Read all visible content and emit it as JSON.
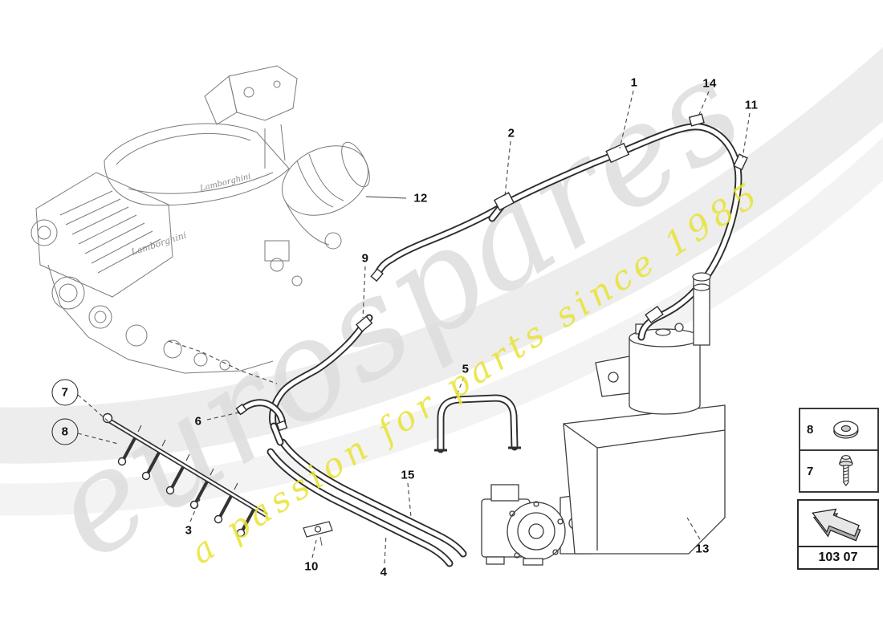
{
  "watermark": {
    "brand": "eurospares",
    "tagline": "a passion for parts since 1985",
    "brand_color": "#dcdcdc",
    "tagline_color": "#e8e334"
  },
  "engine": {
    "badge": "Lamborghini"
  },
  "callouts": {
    "c1": "1",
    "c2": "2",
    "c3": "3",
    "c4": "4",
    "c5": "5",
    "c6": "6",
    "c7": "7",
    "c8": "8",
    "c9": "9",
    "c10": "10",
    "c11": "11",
    "c12": "12",
    "c13": "13",
    "c14": "14",
    "c15": "15"
  },
  "legend": {
    "items": [
      {
        "number": "8",
        "icon": "washer-icon"
      },
      {
        "number": "7",
        "icon": "screw-icon"
      }
    ]
  },
  "code_box": {
    "code": "103 07",
    "icon": "direction-arrow-icon"
  }
}
